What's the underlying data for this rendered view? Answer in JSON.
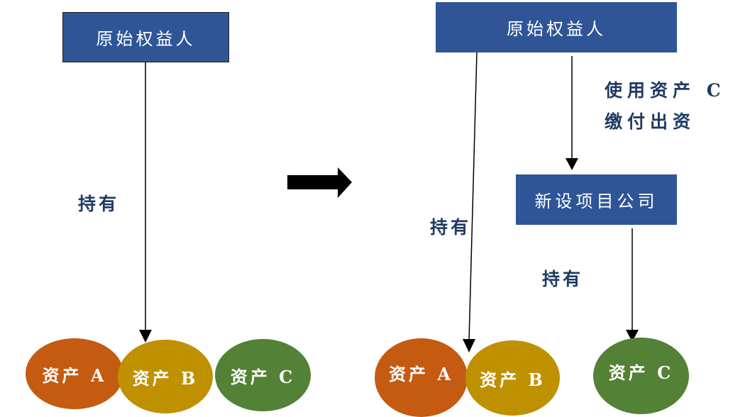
{
  "left_diagram": {
    "top_box": "原始权益人",
    "edge_label": "持有",
    "assets": [
      "资产 A",
      "资产 B",
      "资产 C"
    ]
  },
  "transition_arrow": "right-arrow-icon",
  "right_diagram": {
    "top_box": "原始权益人",
    "contribution_label_line1": "使用资产 C",
    "contribution_label_line2": "缴付出资",
    "project_company_box": "新设项目公司",
    "edge_label_direct": "持有",
    "edge_label_company": "持有",
    "assets": [
      "资产 A",
      "资产 B",
      "资产 C"
    ]
  },
  "colors": {
    "box_blue": "#2f5597",
    "asset_a": "#c55a11",
    "asset_b": "#bf9000",
    "asset_c": "#538135",
    "label_text": "#1f3b63"
  }
}
